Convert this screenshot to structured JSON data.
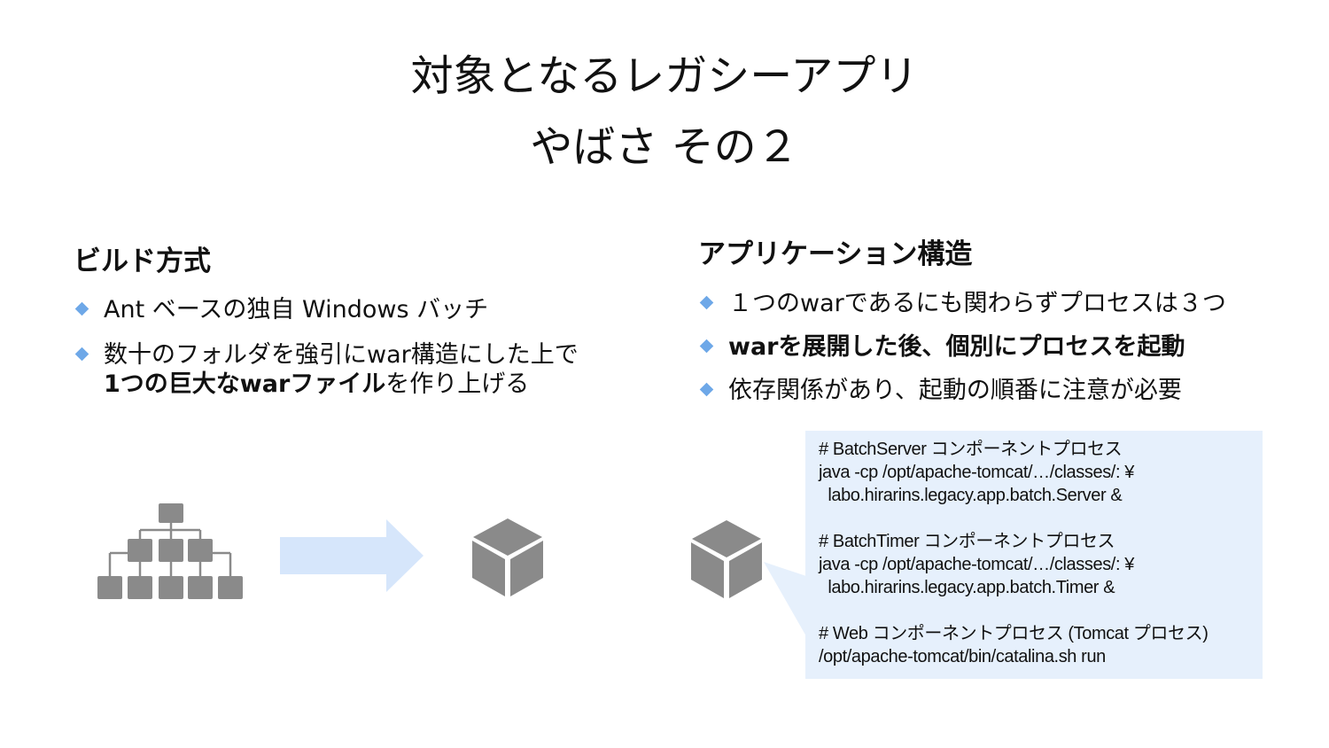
{
  "slide": {
    "title_line1": "対象となるレガシーアプリ",
    "title_line2": "やばさ その２"
  },
  "left": {
    "heading": "ビルド方式",
    "bullets": [
      {
        "text": "Ant ベースの独自 Windows バッチ"
      },
      {
        "line1": "数十のフォルダを強引にwar構造にした上で",
        "line2_bold": "1つの巨大なwarファイル",
        "line2_rest": "を作り上げる"
      }
    ]
  },
  "right": {
    "heading": "アプリケーション構造",
    "bullets": [
      {
        "text": "１つのwarであるにも関わらずプロセスは３つ",
        "bold": false
      },
      {
        "text": "warを展開した後、個別にプロセスを起動",
        "bold": true
      },
      {
        "text": "依存関係があり、起動の順番に注意が必要",
        "bold": false
      }
    ]
  },
  "code": {
    "lines": [
      "# BatchServer コンポーネントプロセス",
      "java -cp /opt/apache-tomcat/…/classes/: ¥",
      "  labo.hirarins.legacy.app.batch.Server &",
      "",
      "# BatchTimer コンポーネントプロセス",
      "java -cp /opt/apache-tomcat/…/classes/: ¥",
      "  labo.hirarins.legacy.app.batch.Timer &",
      "",
      "# Web コンポーネントプロセス (Tomcat プロセス)",
      "/opt/apache-tomcat/bin/catalina.sh run"
    ]
  },
  "icons": {
    "tree": "folder-tree-icon",
    "arrow": "right-arrow-icon",
    "box1": "package-cube-icon",
    "box2": "package-cube-icon"
  },
  "colors": {
    "bullet": "#6ea8e8",
    "code_bg": "#e6f0fc",
    "arrow": "#d6e6fb",
    "icon_gray": "#8a8a8a"
  }
}
